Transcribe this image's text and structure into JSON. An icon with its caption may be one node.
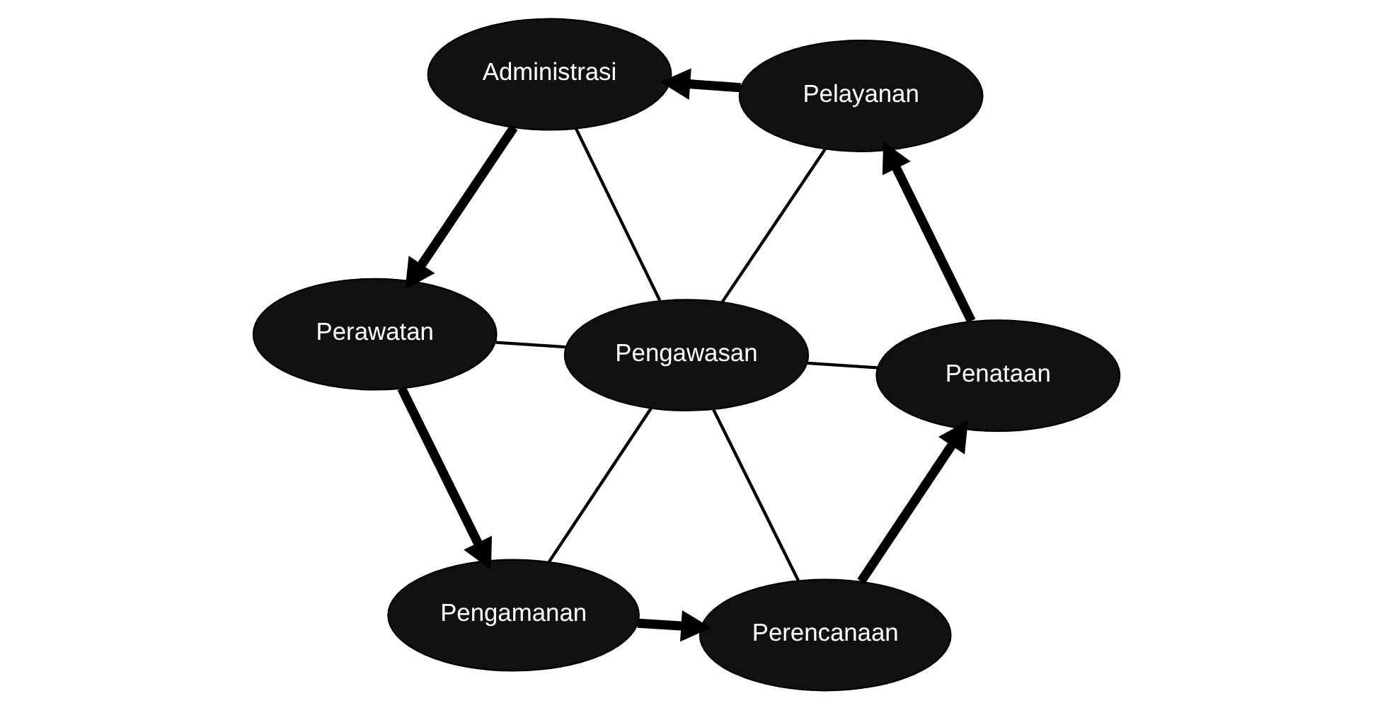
{
  "diagram": {
    "nodes": [
      {
        "text": [
          "Penataan"
        ]
      },
      {
        "text": [
          "Pelayanan"
        ]
      },
      {
        "text": [
          "Perencanaan"
        ]
      },
      {
        "text": [
          "Pengawasan"
        ]
      },
      {
        "text": [
          "Administrasi"
        ]
      },
      {
        "text": [
          "Pengamanan"
        ]
      },
      {
        "text": [
          "Perawatan"
        ]
      }
    ],
    "edges": [
      {
        "from": 2,
        "to": 0,
        "arrow": "to",
        "style": "thick"
      },
      {
        "from": 0,
        "to": 1,
        "arrow": "to",
        "style": "thick"
      },
      {
        "from": 1,
        "to": 4,
        "arrow": "to",
        "style": "thick"
      },
      {
        "from": 4,
        "to": 6,
        "arrow": "to",
        "style": "thick"
      },
      {
        "from": 6,
        "to": 5,
        "arrow": "to",
        "style": "thick"
      },
      {
        "from": 5,
        "to": 2,
        "arrow": "to",
        "style": "thick"
      },
      {
        "from": 3,
        "to": 0,
        "arrow": "none"
      },
      {
        "from": 3,
        "to": 1,
        "arrow": "none"
      },
      {
        "from": 3,
        "to": 4,
        "arrow": "none"
      },
      {
        "from": 3,
        "to": 6,
        "arrow": "none"
      },
      {
        "from": 3,
        "to": 5,
        "arrow": "none"
      },
      {
        "from": 3,
        "to": 2,
        "arrow": "none"
      }
    ]
  }
}
